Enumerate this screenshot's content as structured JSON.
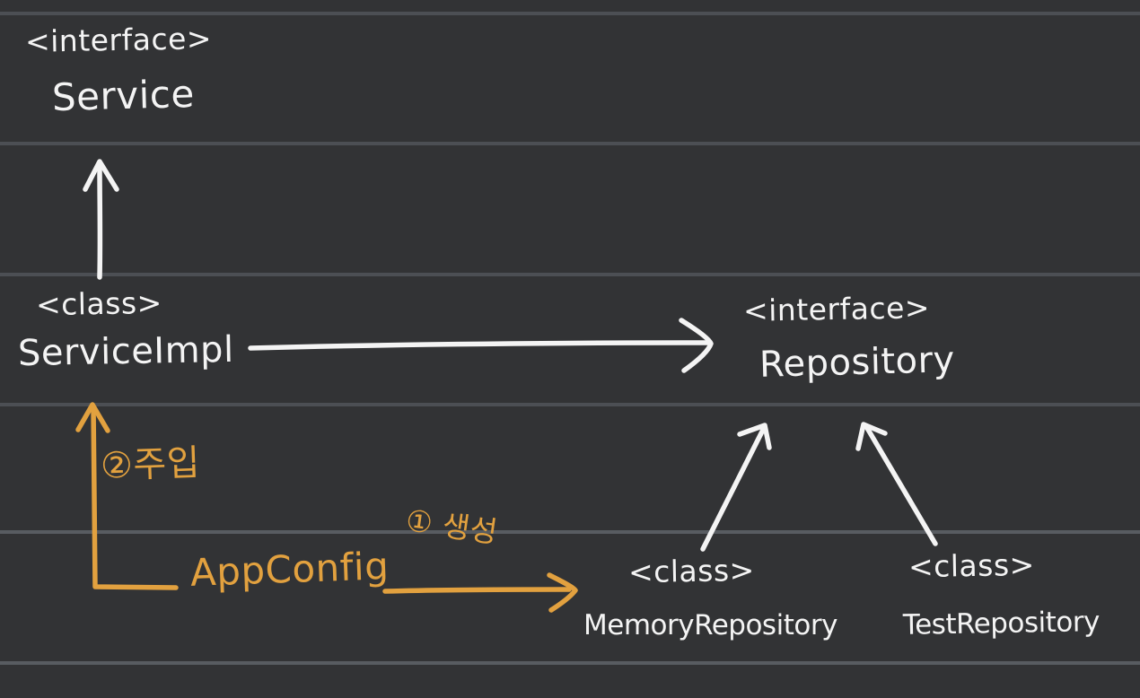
{
  "colors": {
    "background": "#323335",
    "rule_line": "#4c4f54",
    "rule_line_light": "#585c61",
    "ink_white": "#f4f4f4",
    "ink_orange": "#e2a13f"
  },
  "diagram": {
    "kind": "hand-drawn dependency-injection class diagram on dark ruled notepaper",
    "nodes": [
      {
        "id": "service",
        "stereotype": "<interface>",
        "name": "Service"
      },
      {
        "id": "service_impl",
        "stereotype": "<class>",
        "name": "ServiceImpl"
      },
      {
        "id": "repository",
        "stereotype": "<interface>",
        "name": "Repository"
      },
      {
        "id": "memory_repository",
        "stereotype": "<class>",
        "name": "MemoryRepository"
      },
      {
        "id": "test_repository",
        "stereotype": "<class>",
        "name": "TestRepository"
      },
      {
        "id": "app_config",
        "name": "AppConfig"
      }
    ],
    "annotations": [
      {
        "id": "step1",
        "text": "① 생성"
      },
      {
        "id": "step2",
        "text": "②주입"
      }
    ],
    "edges": [
      {
        "from": "ServiceImpl",
        "to": "Service",
        "ink": "white"
      },
      {
        "from": "ServiceImpl",
        "to": "Repository",
        "ink": "white"
      },
      {
        "from": "MemoryRepository",
        "to": "Repository",
        "ink": "white"
      },
      {
        "from": "TestRepository",
        "to": "Repository",
        "ink": "white"
      },
      {
        "from": "AppConfig",
        "to": "ServiceImpl",
        "ink": "orange",
        "label": "②주입"
      },
      {
        "from": "AppConfig",
        "to": "MemoryRepository",
        "ink": "orange",
        "label": "① 생성"
      }
    ]
  }
}
